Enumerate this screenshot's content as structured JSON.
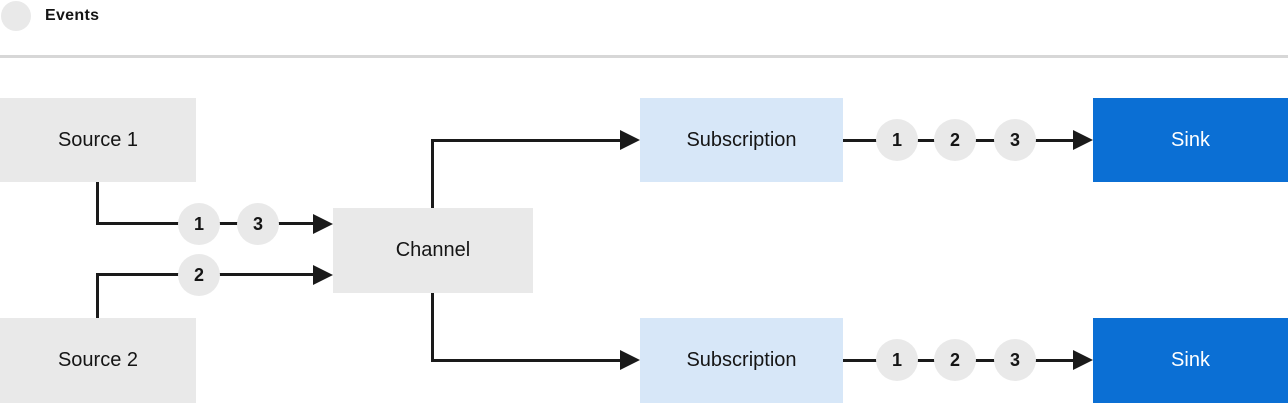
{
  "colors": {
    "box_gray": "#e9e9e9",
    "circle_gray": "#e9e9e9",
    "sub_blue": "#d7e7f8",
    "sink_blue": "#0b6fd4",
    "line_dark": "#1a1a1a",
    "divider_gray": "#d7d7d7",
    "text_dark": "#151515",
    "sink_text": "#ffffff"
  },
  "legend": {
    "label": "Events"
  },
  "nodes": {
    "source1": {
      "label": "Source 1"
    },
    "source2": {
      "label": "Source 2"
    },
    "channel": {
      "label": "Channel"
    },
    "subscription1": {
      "label": "Subscription"
    },
    "subscription2": {
      "label": "Subscription"
    },
    "sink1": {
      "label": "Sink"
    },
    "sink2": {
      "label": "Sink"
    }
  },
  "events": {
    "source1_to_channel": [
      "1",
      "3"
    ],
    "source2_to_channel": [
      "2"
    ],
    "subscription1_to_sink1": [
      "1",
      "2",
      "3"
    ],
    "subscription2_to_sink2": [
      "1",
      "2",
      "3"
    ]
  }
}
